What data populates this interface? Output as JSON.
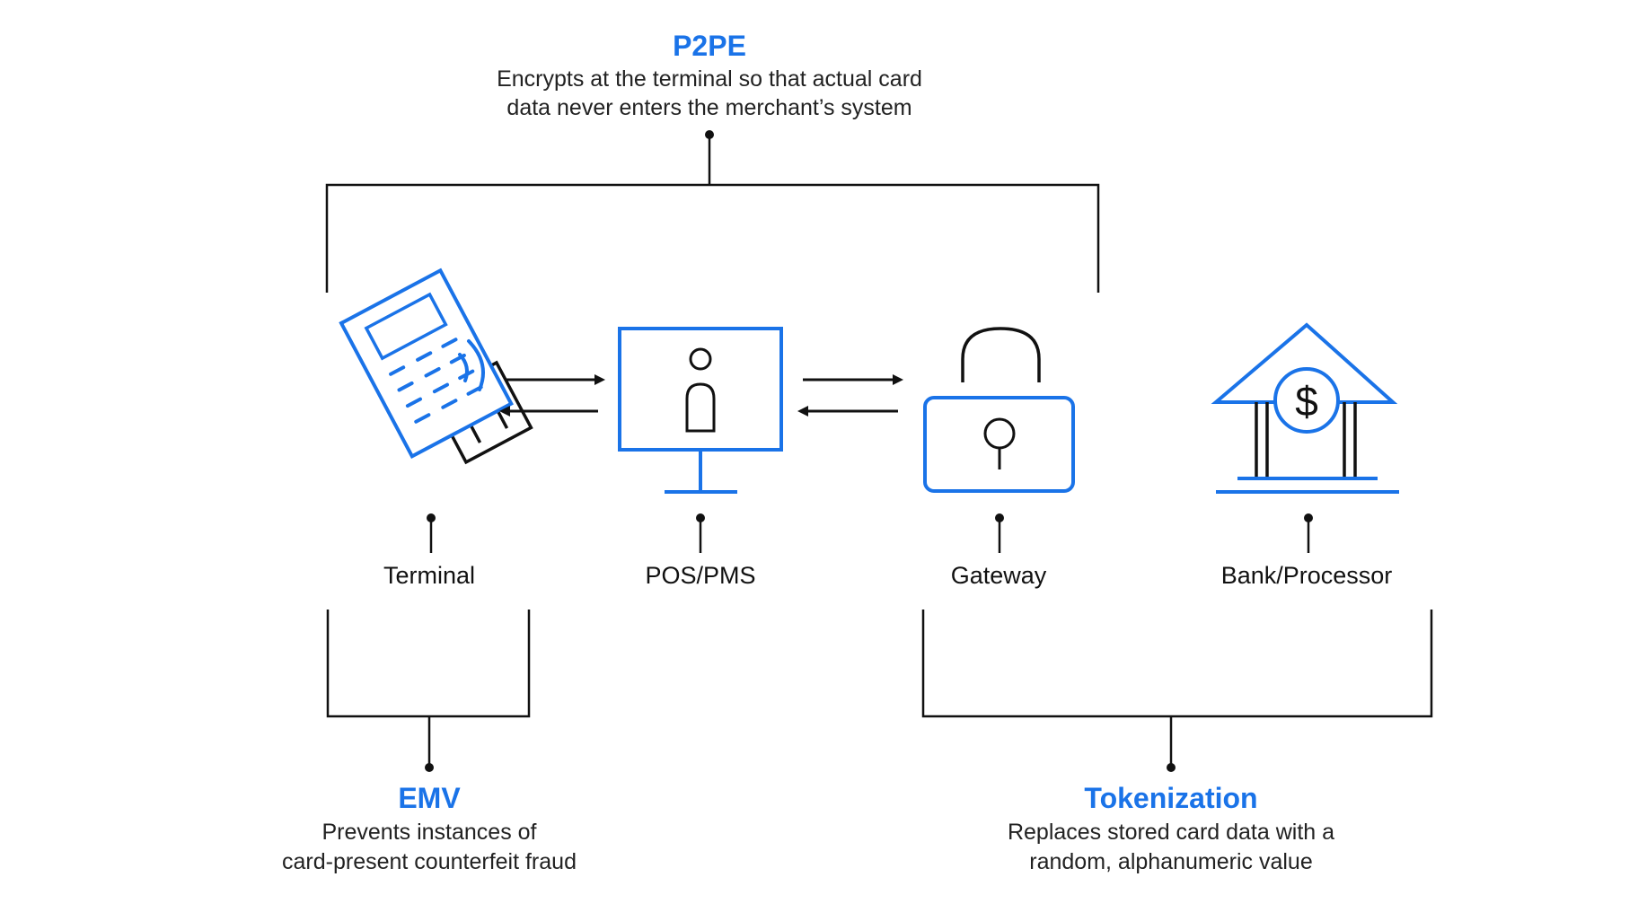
{
  "p2pe": {
    "title": "P2PE",
    "desc_line1": "Encrypts at the terminal so that actual card",
    "desc_line2": "data never enters the merchant’s system"
  },
  "nodes": {
    "terminal": {
      "label": "Terminal",
      "icon": "card-terminal-icon"
    },
    "pos": {
      "label": "POS/PMS",
      "icon": "computer-monitor-user-icon"
    },
    "gateway": {
      "label": "Gateway",
      "icon": "padlock-icon"
    },
    "bank": {
      "label": "Bank/Processor",
      "icon": "bank-dollar-icon"
    }
  },
  "emv": {
    "title": "EMV",
    "desc_line1": "Prevents instances of",
    "desc_line2": "card-present counterfeit fraud"
  },
  "tokenization": {
    "title": "Tokenization",
    "desc_line1": "Replaces stored card data with a",
    "desc_line2": "random, alphanumeric value"
  },
  "colors": {
    "accent": "#1a73e8",
    "line": "#111111",
    "text": "#222222"
  }
}
